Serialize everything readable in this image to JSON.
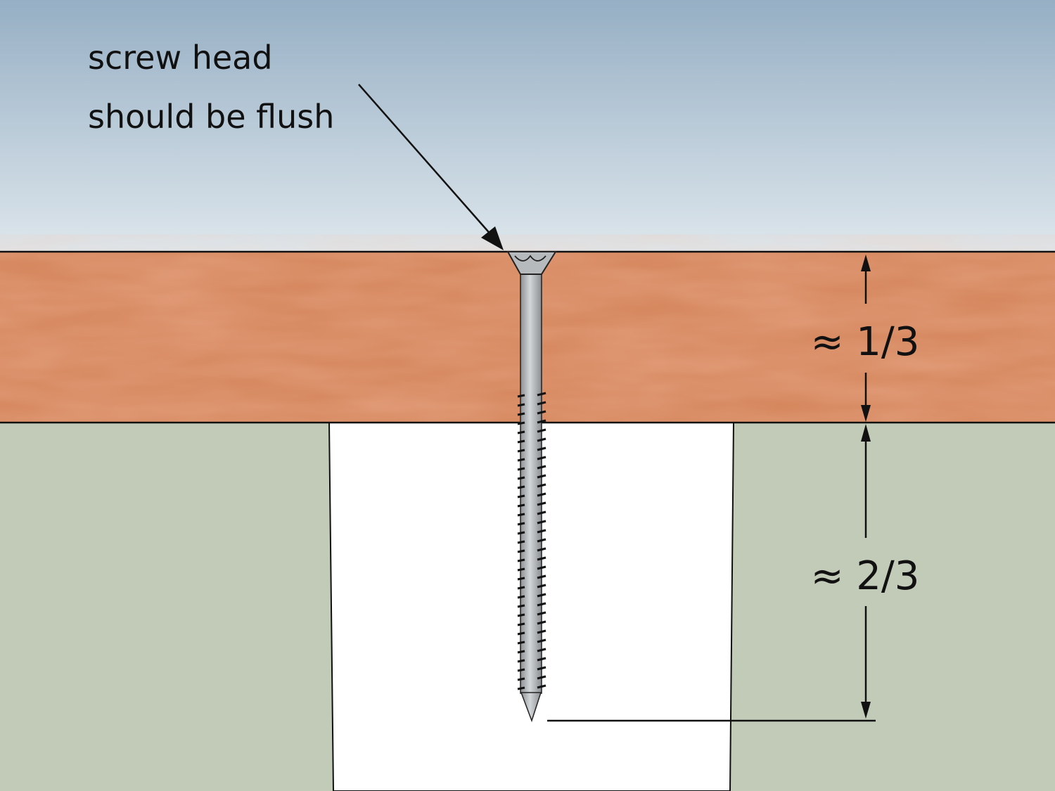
{
  "annotation": {
    "line1": "screw head",
    "line2": "should be flush"
  },
  "dimensions": {
    "upper": "≈ 1/3",
    "lower": "≈ 2/3"
  },
  "colors": {
    "sky_top": "#96afc4",
    "sky_bottom": "#dde6ec",
    "wood": "#d4845a",
    "post": "#c2cbb8",
    "gap": "#ffffff",
    "screw": "#b9bcbe"
  }
}
